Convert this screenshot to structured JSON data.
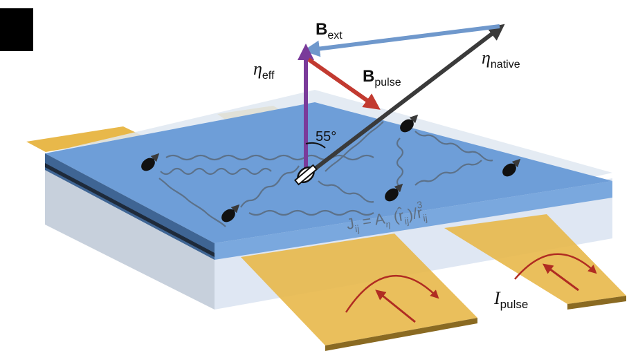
{
  "colors": {
    "panel_black": "#000000",
    "film_blue": "#6e9ed8",
    "substrate": "#d3dce8",
    "electrode_gold": "#e8b84a",
    "vector_purple": "#7a3b9a",
    "vector_red": "#c23a30",
    "vector_dark": "#3a3a3a",
    "vector_blue": "#6f98cc",
    "current_arrow": "#b02c22"
  },
  "labels": {
    "b_ext": {
      "main": "B",
      "sub": "ext"
    },
    "eta_eff": {
      "main": "η",
      "sub": "eff"
    },
    "b_pulse": {
      "main": "B",
      "sub": "pulse"
    },
    "eta_native": {
      "main": "η",
      "sub": "native"
    },
    "angle": "55°",
    "coupling": {
      "j": "J",
      "j_sub": "ij",
      "eq": " = A",
      "a_sub": "η",
      "mid": " (r̂",
      "r_sub": "ij",
      "mid2": ")/r",
      "r2_sub": "ij",
      "exp": "3"
    },
    "i_pulse": {
      "main": "I",
      "sub": "pulse"
    }
  },
  "icons": [
    "spin-arrow-icon",
    "central-spin-icon",
    "current-arrow-icon"
  ]
}
